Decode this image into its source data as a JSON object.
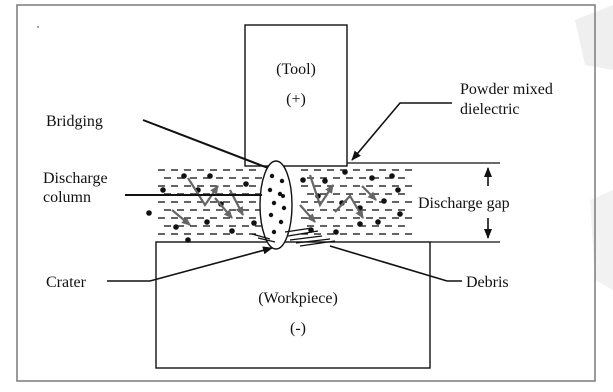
{
  "labels": {
    "tool": "(Tool)",
    "tool_sign": "(+)",
    "workpiece": "(Workpiece)",
    "workpiece_sign": "(-)",
    "bridging": "Bridging",
    "powder_line1": "Powder mixed",
    "powder_line2": "dielectric",
    "discharge_column_line1": "Discharge",
    "discharge_column_line2": "column",
    "discharge_gap": "Discharge gap",
    "crater": "Crater",
    "debris": "Debris"
  },
  "colors": {
    "line": "#111111",
    "border": "#7a7a7a",
    "particle_arrow": "#666666",
    "watermark": "#ececec",
    "background": "#ffffff"
  }
}
